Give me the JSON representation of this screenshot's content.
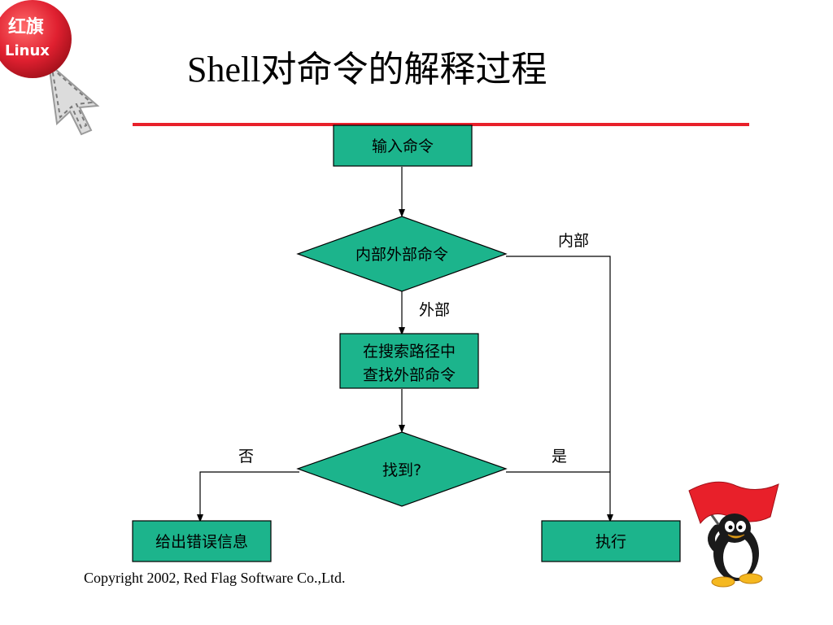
{
  "slide": {
    "title": "Shell对命令的解释过程",
    "copyright": "Copyright 2002, Red Flag Software Co.,Ltd."
  },
  "logo": {
    "line1": "红旗",
    "line2": "Linux"
  },
  "colors": {
    "node_fill": "#1cb48c",
    "rule": "#e8202a",
    "logo_red": "#e02030",
    "flag_red": "#e8202a"
  },
  "flowchart": {
    "nodes": {
      "input": {
        "label": "输入命令"
      },
      "internal_external": {
        "label": "内部外部命令"
      },
      "search_line1": {
        "label": "在搜索路径中"
      },
      "search_line2": {
        "label": "查找外部命令"
      },
      "found": {
        "label": "找到?"
      },
      "error": {
        "label": "给出错误信息"
      },
      "execute": {
        "label": "执行"
      }
    },
    "edges": {
      "internal": {
        "label": "内部"
      },
      "external": {
        "label": "外部"
      },
      "no": {
        "label": "否"
      },
      "yes": {
        "label": "是"
      }
    }
  }
}
